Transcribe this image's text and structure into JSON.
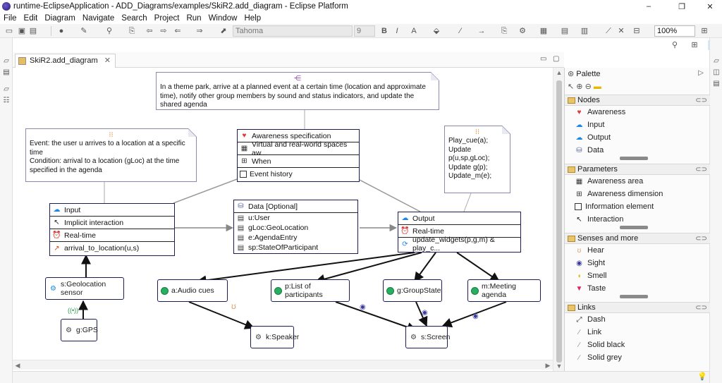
{
  "window": {
    "title": "runtime-EclipseApplication - ADD_Diagrams/examples/SkiR2.add_diagram - Eclipse Platform",
    "controls": {
      "minimize": "–",
      "maximize": "❐",
      "close": "✕"
    }
  },
  "menu": [
    "File",
    "Edit",
    "Diagram",
    "Navigate",
    "Search",
    "Project",
    "Run",
    "Window",
    "Help"
  ],
  "toolbar": {
    "font": "Tahoma",
    "font_size": "9",
    "zoom": "100%"
  },
  "editor": {
    "tab_label": "SkiR2.add_diagram"
  },
  "notes": {
    "top": "In a theme park, arrive at a planned event at a certain time (location and approximate time), notify other group members by sound and status indicators, and update the shared agenda",
    "left": [
      "Event: the user u arrives to a location at a specific time",
      "Condition: arrival to a location (gLoc) at the time specified in the agenda"
    ],
    "right": [
      "Play_cue(a);",
      "Update",
      "p(u,sp,gLoc);",
      "Update g(p);",
      "Update_m(e);"
    ]
  },
  "nodes": {
    "awareness": {
      "title": "Awareness specification",
      "rows": [
        "Virtual and real-world spaces aw...",
        "When",
        "Event history"
      ]
    },
    "input": {
      "title": "Input",
      "rows": [
        "Implicit interaction",
        "Real-time",
        "arrival_to_location(u,s)"
      ]
    },
    "data": {
      "title": "Data [Optional]",
      "rows": [
        "u:User",
        "gLoc:GeoLocation",
        "e:AgendaEntry",
        "sp:StateOfParticipant"
      ]
    },
    "output": {
      "title": "Output",
      "rows": [
        "Real-time",
        "update_widgets(p,g,m) & play_c..."
      ]
    },
    "geolocation": "s:Geolocation sensor",
    "gps": "g:GPS",
    "audio_cues": "a:Audio cues",
    "participants": "p:List of participants",
    "group_state": "g:GroupState",
    "meeting_agenda": "m:Meeting agenda",
    "speaker": "k:Speaker",
    "screen": "s:Screen"
  },
  "palette": {
    "title": "Palette",
    "drawers": [
      {
        "name": "Nodes",
        "items": [
          {
            "label": "Awareness",
            "icon": "heart-icon"
          },
          {
            "label": "Input",
            "icon": "cloud-up-icon"
          },
          {
            "label": "Output",
            "icon": "cloud-down-icon"
          },
          {
            "label": "Data",
            "icon": "database-icon"
          }
        ]
      },
      {
        "name": "Parameters",
        "items": [
          {
            "label": "Awareness area",
            "icon": "grid-icon"
          },
          {
            "label": "Awareness dimension",
            "icon": "grid4-icon"
          },
          {
            "label": "Information element",
            "icon": "box-icon"
          },
          {
            "label": "Interaction",
            "icon": "cursor-icon"
          }
        ]
      },
      {
        "name": "Senses and more",
        "items": [
          {
            "label": "Hear",
            "icon": "ear-icon"
          },
          {
            "label": "Sight",
            "icon": "eye-icon"
          },
          {
            "label": "Smell",
            "icon": "nose-icon"
          },
          {
            "label": "Taste",
            "icon": "mouth-icon"
          }
        ]
      },
      {
        "name": "Links",
        "items": [
          {
            "label": "Dash",
            "icon": "dash-link-icon"
          },
          {
            "label": "Link",
            "icon": "link-icon"
          },
          {
            "label": "Solid black",
            "icon": "solid-black-icon"
          },
          {
            "label": "Solid grey",
            "icon": "solid-grey-icon"
          }
        ]
      }
    ]
  }
}
